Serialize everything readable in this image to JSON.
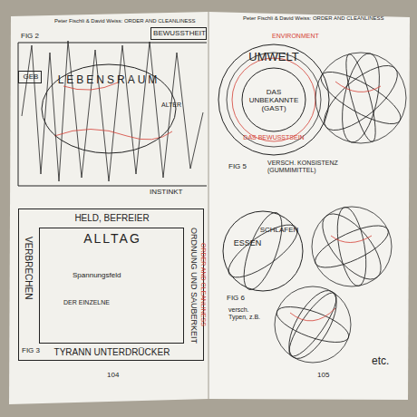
{
  "diagram": {
    "nodes": [
      {
        "text": [
          "GEB"
        ]
      },
      {
        "text": [
          "BEWUSSTHEIT"
        ]
      },
      {
        "text": [
          "LEBENSRAUM"
        ]
      },
      {
        "text": [
          "HELD, BEFREIER",
          "VERBRECHEN",
          "ORDNUNG UND SAUBERKEIT",
          "TYRANN UNTERDRÜCKER"
        ]
      },
      {
        "text": [
          "ALLTAG"
        ],
        "in": 3
      },
      {
        "text": [
          "UMWELT",
          "DAS BEWUSSTSEIN"
        ]
      },
      {
        "text": [
          "DAS UNBEKANNTE (GAST)"
        ],
        "in": 5
      },
      {
        "text": [
          "ESSEN",
          "SCHLAFEN"
        ]
      }
    ],
    "labels": [
      "Peter Fischli & David Weiss: ORDER AND CLEANLINESS",
      "Peter Fischli & David Weiss: ORDER AND CLEANLINESS",
      "FIG 2",
      "ALTER",
      "INSTINKT",
      "FIG 3",
      "Spannungsfeld",
      "DER EINZELNE",
      "ORDER AND CLEANLINESS",
      "104",
      "105",
      "FIG 5",
      "VERSCH. KONSISTENZ (GUMMIMITTEL)",
      "ENVIRONMENT",
      "FIG 6",
      "versch. Typen, z.B.",
      "etc."
    ]
  }
}
